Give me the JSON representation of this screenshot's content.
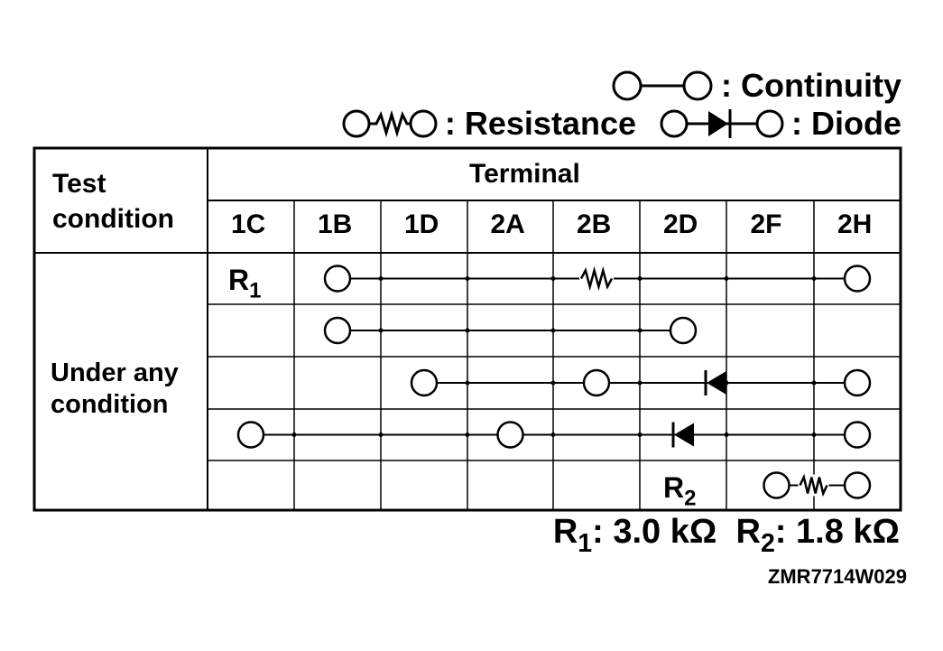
{
  "legend": {
    "continuity": ": Continuity",
    "resistance": ": Resistance",
    "diode": ": Diode"
  },
  "table": {
    "test_condition_header": [
      "Test",
      "condition"
    ],
    "terminal_header": "Terminal",
    "terminals": [
      "1C",
      "1B",
      "1D",
      "2A",
      "2B",
      "2D",
      "2F",
      "2H"
    ],
    "condition": [
      "Under any",
      "condition"
    ],
    "r1_label": "R",
    "r1_sub": "1",
    "r2_label": "R",
    "r2_sub": "2",
    "rows": [
      {
        "circles": [
          "1B",
          "2H"
        ],
        "resistor_at": "2B"
      },
      {
        "circles": [
          "1B",
          "2D"
        ]
      },
      {
        "circles": [
          "1D",
          "2B",
          "2H"
        ],
        "diode_at": "2D",
        "diode_direction": "left"
      },
      {
        "circles": [
          "1C",
          "2A",
          "2H"
        ],
        "diode_at": "2D",
        "diode_direction": "left"
      },
      {
        "circles": [
          "2F",
          "2H"
        ],
        "resistor_at": "2F"
      }
    ]
  },
  "notes": {
    "r1": "R",
    "r1_sub": "1",
    "r1_value": ": 3.0 kΩ",
    "r2": "R",
    "r2_sub": "2",
    "r2_value": ": 1.8 kΩ",
    "code": "ZMR7714W029"
  }
}
